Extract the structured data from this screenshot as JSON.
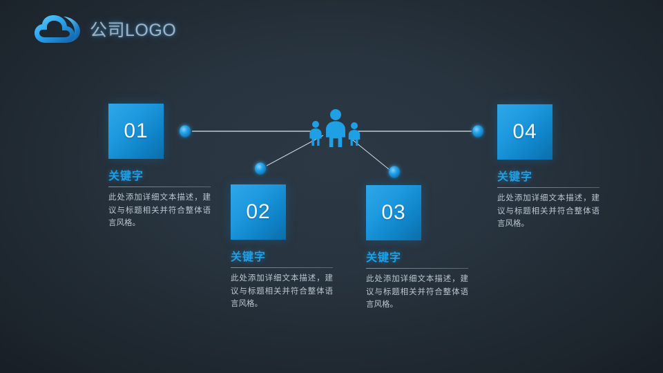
{
  "slide": {
    "background_color": "#242e38",
    "accent_color": "#1f9fe4",
    "title_text_color": "#9fb4c6"
  },
  "header": {
    "logo_icon": "cloud-icon",
    "logo_text": "公司LOGO"
  },
  "center": {
    "icon": "people-group-icon",
    "icon_color": "#1f9fe4",
    "figures": 3
  },
  "items": [
    {
      "number": "01",
      "keyword": "关键字",
      "description": "此处添加详细文本描述，建议与标题相关并符合整体语言风格。"
    },
    {
      "number": "02",
      "keyword": "关键字",
      "description": "此处添加详细文本描述，建议与标题相关并符合整体语言风格。"
    },
    {
      "number": "03",
      "keyword": "关键字",
      "description": "此处添加详细文本描述，建议与标题相关并符合整体语言风格。"
    },
    {
      "number": "04",
      "keyword": "关键字",
      "description": "此处添加详细文本描述，建议与标题相关并符合整体语言风格。"
    }
  ],
  "connectors": {
    "line_color": "#d8e2ea",
    "dot_color": "#1f9fe4",
    "dots": 4
  }
}
